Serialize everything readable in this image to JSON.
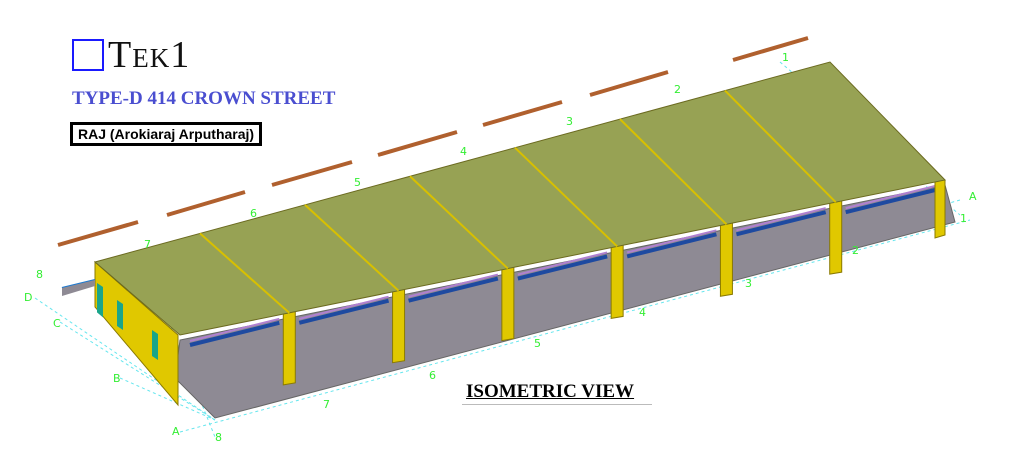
{
  "logo": {
    "text": "Tek1"
  },
  "title": "TYPE-D 414 CROWN STREET",
  "author": "RAJ (Arokiaraj Arputharaj)",
  "view_label": "ISOMETRIC VIEW",
  "grid": {
    "top_numbers": [
      "1",
      "2",
      "3",
      "4",
      "5",
      "6",
      "7"
    ],
    "front_numbers": [
      "1",
      "2",
      "3",
      "4",
      "5",
      "6",
      "7",
      "8"
    ],
    "left_letters": [
      "D",
      "C",
      "B",
      "A"
    ],
    "left_number": "8",
    "right_letter": "A"
  },
  "colors": {
    "roof": "#97a254",
    "wall": "#e0c800",
    "slab": "#8e8a94",
    "grid": "#33ee33",
    "beam": "#1e4aa0",
    "rafter": "#b0602e"
  }
}
